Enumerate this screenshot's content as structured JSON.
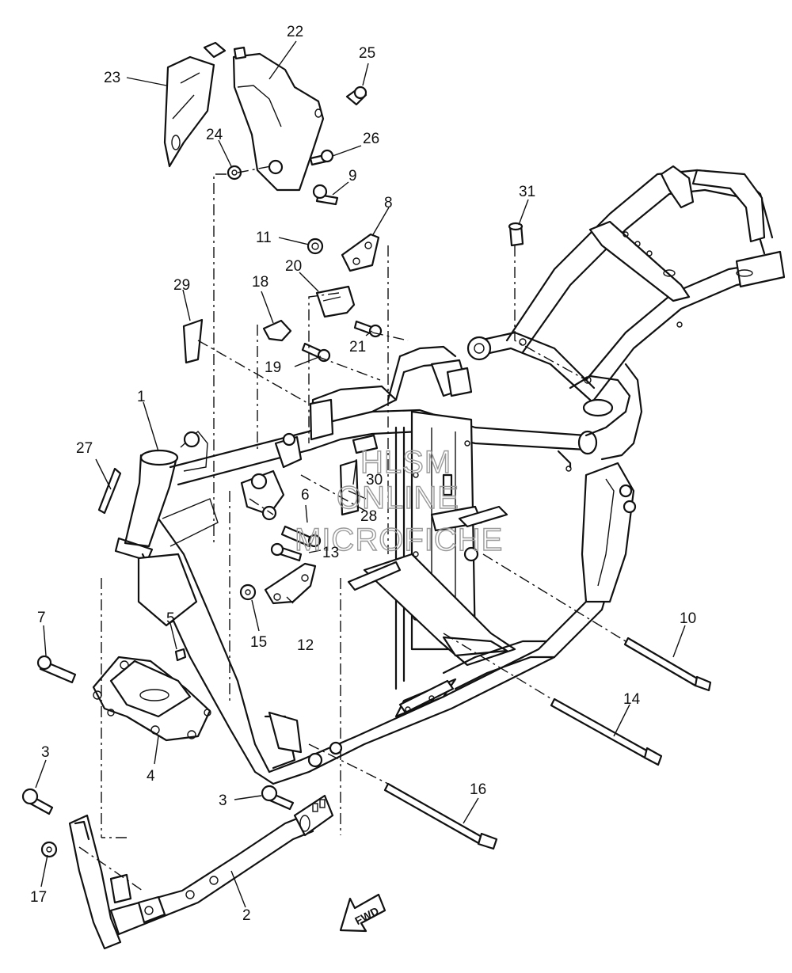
{
  "watermark": {
    "line1": "HLSM",
    "line2": "ONLINE",
    "line3": "MICROFICHE"
  },
  "direction_label": "FWD",
  "callouts": [
    {
      "id": "p1",
      "text": "1"
    },
    {
      "id": "p2",
      "text": "2"
    },
    {
      "id": "p3a",
      "text": "3"
    },
    {
      "id": "p3b",
      "text": "3"
    },
    {
      "id": "p4",
      "text": "4"
    },
    {
      "id": "p5",
      "text": "5"
    },
    {
      "id": "p6",
      "text": "6"
    },
    {
      "id": "p7",
      "text": "7"
    },
    {
      "id": "p8",
      "text": "8"
    },
    {
      "id": "p9",
      "text": "9"
    },
    {
      "id": "p10",
      "text": "10"
    },
    {
      "id": "p11",
      "text": "11"
    },
    {
      "id": "p12",
      "text": "12"
    },
    {
      "id": "p13",
      "text": "13"
    },
    {
      "id": "p14",
      "text": "14"
    },
    {
      "id": "p15",
      "text": "15"
    },
    {
      "id": "p16",
      "text": "16"
    },
    {
      "id": "p17",
      "text": "17"
    },
    {
      "id": "p18",
      "text": "18"
    },
    {
      "id": "p19",
      "text": "19"
    },
    {
      "id": "p20",
      "text": "20"
    },
    {
      "id": "p21",
      "text": "21"
    },
    {
      "id": "p22",
      "text": "22"
    },
    {
      "id": "p23",
      "text": "23"
    },
    {
      "id": "p24",
      "text": "24"
    },
    {
      "id": "p25",
      "text": "25"
    },
    {
      "id": "p26",
      "text": "26"
    },
    {
      "id": "p27",
      "text": "27"
    },
    {
      "id": "p28",
      "text": "28"
    },
    {
      "id": "p29",
      "text": "29"
    },
    {
      "id": "p30",
      "text": "30"
    },
    {
      "id": "p31",
      "text": "31"
    }
  ]
}
